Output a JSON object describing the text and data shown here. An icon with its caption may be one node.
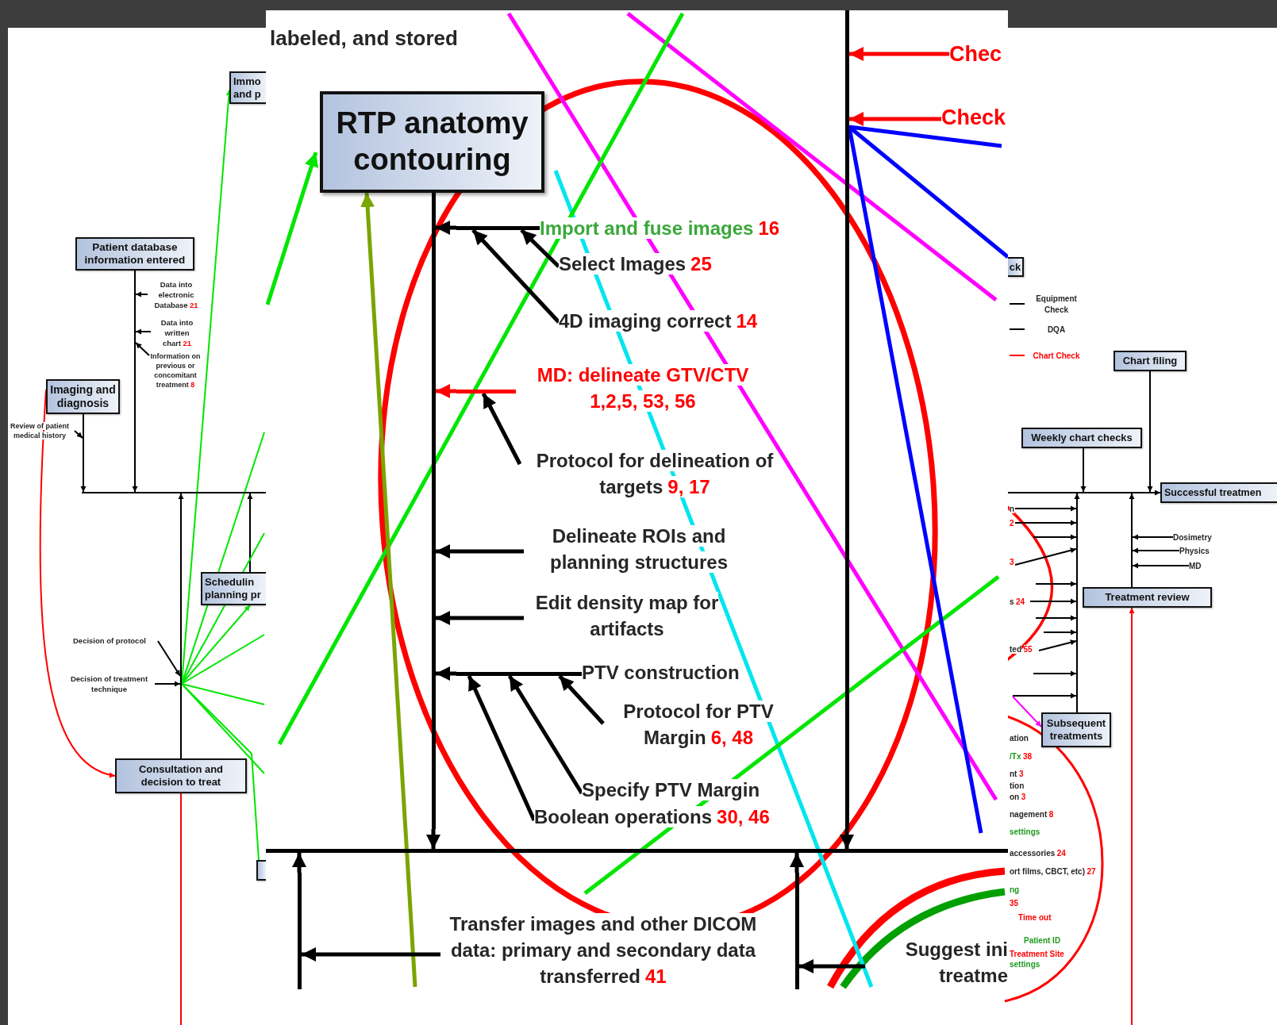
{
  "diagram": {
    "nodes": [
      {
        "text": [
          "Patient database information entered"
        ]
      },
      {
        "text": [
          "Imaging and diagnosis"
        ]
      },
      {
        "text": [
          "Immo and p"
        ]
      },
      {
        "text": [
          "Schedulin planning pr"
        ]
      },
      {
        "text": [
          "Consultation and decision to treat"
        ]
      },
      {
        "text": [],
        "shape": "box"
      },
      {
        "text": [
          "RTP anatomy contouring"
        ]
      },
      {
        "text": [
          "ck"
        ]
      },
      {
        "text": [
          "Chart filing"
        ]
      },
      {
        "text": [
          "Weekly chart checks"
        ]
      },
      {
        "text": [
          "Successful treatmen"
        ]
      },
      {
        "text": [
          "Treatment review"
        ]
      },
      {
        "text": [
          "Subsequent treatments"
        ]
      },
      {
        "text": [],
        "shape": "bar"
      },
      {
        "text": [],
        "shape": "bar"
      },
      {
        "text": [],
        "shape": "bar"
      },
      {
        "text": [
          "Data into electronic Database",
          "21"
        ]
      },
      {
        "text": [
          "Data into written chart",
          "21"
        ]
      },
      {
        "text": [
          "Information on previous or concomitant treatment",
          "8"
        ]
      },
      {
        "text": [
          "Review of patient medical history"
        ]
      },
      {
        "text": [
          "Decision of protocol"
        ]
      },
      {
        "text": [
          "Decision of treatment technique"
        ]
      },
      {
        "text": [
          "Import and fuse images",
          "16"
        ]
      },
      {
        "text": [
          "Select Images",
          "25"
        ]
      },
      {
        "text": [
          "4D imaging correct",
          "14"
        ]
      },
      {
        "text": [
          "MD: delineate GTV/CTV 1,2,5, 53, 56"
        ]
      },
      {
        "text": [
          "Protocol for delineation of targets",
          "9, 17"
        ]
      },
      {
        "text": [
          "Delineate ROIs and planning structures"
        ]
      },
      {
        "text": [
          "Edit density map for artifacts"
        ]
      },
      {
        "text": [
          "PTV construction"
        ]
      },
      {
        "text": [
          "Protocol for PTV Margin",
          "6, 48"
        ]
      },
      {
        "text": [
          "Specify PTV Margin"
        ]
      },
      {
        "text": [
          "Boolean operations",
          "30, 46"
        ]
      },
      {
        "text": [
          "Transfer images and other DICOM data: primary and secondary data transferred",
          "41"
        ]
      },
      {
        "text": [
          "Suggest ini treatme"
        ]
      },
      {
        "text": [
          "Chec"
        ]
      },
      {
        "text": [
          "Check"
        ]
      },
      {
        "text": [
          "Dosimetry"
        ]
      },
      {
        "text": [
          "Physics"
        ]
      },
      {
        "text": [
          "MD"
        ]
      },
      {
        "text": [
          "n"
        ]
      },
      {
        "text": [
          "2"
        ]
      },
      {
        "text": [
          "3"
        ]
      },
      {
        "text": [
          "s",
          "24"
        ]
      },
      {
        "text": [
          "ted",
          "55"
        ]
      },
      {
        "text": [],
        "shape": "bar"
      },
      {
        "text": [],
        "shape": "bar"
      },
      {
        "text": [],
        "shape": "bar"
      },
      {
        "text": [],
        "shape": "bar"
      },
      {
        "text": [],
        "shape": "bar"
      },
      {
        "text": [],
        "shape": "bar"
      },
      {
        "text": [],
        "shape": "bar"
      },
      {
        "text": [],
        "shape": "bar"
      },
      {
        "text": [],
        "shape": "bar"
      },
      {
        "text": [],
        "shape": "bar"
      },
      {
        "text": [],
        "shape": "bar"
      },
      {
        "text": [],
        "shape": "bar"
      },
      {
        "text": [
          "labeled, and stored"
        ]
      }
    ],
    "edges": [
      {
        "from": 45,
        "to": 13,
        "arrow": "to"
      },
      {
        "from": 46,
        "to": 13,
        "arrow": "to"
      },
      {
        "from": 47,
        "to": 13,
        "arrow": "to"
      },
      {
        "from": 3,
        "to": 13,
        "arrow": "to"
      },
      {
        "from": 1,
        "to": 4,
        "arrow": "to",
        "color": "#ff0000"
      },
      {
        "from": 4,
        "to": null,
        "arrow": "none",
        "color": "#ff0000"
      },
      {
        "from": 47,
        "to": 2,
        "arrow": "to",
        "color": "#00e600"
      },
      {
        "from": 47,
        "to": 3,
        "arrow": "to",
        "color": "#00e600"
      },
      {
        "from": 47,
        "to": 5,
        "arrow": "none",
        "color": "#00e600"
      },
      {
        "from": 48,
        "to": 14,
        "arrow": "to",
        "style": "thick"
      },
      {
        "from": null,
        "to": 6,
        "arrow": "to",
        "style": "thick",
        "color": "#7aa500"
      },
      {
        "from": 54,
        "to": 7,
        "arrow": "none",
        "style": "thick",
        "color": "#0000ff"
      },
      {
        "from": 9,
        "to": 15,
        "arrow": "to"
      },
      {
        "from": 8,
        "to": 15,
        "arrow": "to"
      },
      {
        "from": 15,
        "to": 10,
        "arrow": "to"
      },
      {
        "from": 56,
        "to": 15,
        "arrow": "to"
      },
      {
        "from": 55,
        "to": 15,
        "arrow": "to"
      },
      {
        "from": null,
        "to": 11,
        "arrow": "to",
        "color": "#ff0000"
      },
      {
        "from": null,
        "to": 12,
        "arrow": "to",
        "color": "#ff00ff"
      },
      {
        "from": 54,
        "to": 14,
        "arrow": "to",
        "style": "thick"
      },
      {
        "from": 52,
        "to": 14,
        "arrow": "to",
        "style": "thick"
      },
      {
        "from": 53,
        "to": 14,
        "arrow": "to",
        "style": "thick"
      },
      {
        "from": 16,
        "to": 45,
        "arrow": "to"
      },
      {
        "from": 17,
        "to": 45,
        "arrow": "to"
      },
      {
        "from": 18,
        "to": 45,
        "arrow": "to"
      },
      {
        "from": 19,
        "to": 46,
        "arrow": "to"
      },
      {
        "from": 20,
        "to": 47,
        "arrow": "to"
      },
      {
        "from": 21,
        "to": 47,
        "arrow": "to"
      },
      {
        "from": 49,
        "to": 48,
        "arrow": "to",
        "style": "thick"
      },
      {
        "from": 23,
        "to": 49,
        "arrow": "to",
        "style": "thick"
      },
      {
        "from": 24,
        "to": 49,
        "arrow": "to",
        "style": "thick"
      },
      {
        "from": 50,
        "to": 48,
        "arrow": "to",
        "style": "thick",
        "color": "#ff0000"
      },
      {
        "from": 26,
        "to": 50,
        "arrow": "to",
        "style": "thick"
      },
      {
        "from": 27,
        "to": 48,
        "arrow": "to",
        "style": "thick"
      },
      {
        "from": 28,
        "to": 48,
        "arrow": "to",
        "style": "thick"
      },
      {
        "from": 51,
        "to": 48,
        "arrow": "to",
        "style": "thick"
      },
      {
        "from": 30,
        "to": 51,
        "arrow": "to",
        "style": "thick"
      },
      {
        "from": 31,
        "to": 51,
        "arrow": "to",
        "style": "thick"
      },
      {
        "from": 32,
        "to": 51,
        "arrow": "to",
        "style": "thick"
      },
      {
        "from": 33,
        "to": 52,
        "arrow": "to",
        "style": "thick"
      },
      {
        "from": 34,
        "to": 53,
        "arrow": "to",
        "style": "thick"
      },
      {
        "from": 35,
        "to": 54,
        "arrow": "to",
        "style": "thick",
        "color": "#ff0000"
      },
      {
        "from": 36,
        "to": 54,
        "arrow": "to",
        "style": "thick",
        "color": "#ff0000"
      },
      {
        "from": 37,
        "to": 56,
        "arrow": "to"
      },
      {
        "from": 38,
        "to": 56,
        "arrow": "to"
      },
      {
        "from": 39,
        "to": 56,
        "arrow": "to"
      },
      {
        "from": 40,
        "to": 55,
        "arrow": "to"
      },
      {
        "from": 41,
        "to": 55,
        "arrow": "to"
      },
      {
        "from": null,
        "to": 55,
        "arrow": "to"
      },
      {
        "from": 42,
        "to": 55,
        "arrow": "to"
      },
      {
        "from": null,
        "to": 55,
        "arrow": "to"
      },
      {
        "from": 43,
        "to": 55,
        "arrow": "to"
      },
      {
        "from": null,
        "to": 55,
        "arrow": "to"
      },
      {
        "from": null,
        "to": 55,
        "arrow": "to"
      },
      {
        "from": 44,
        "to": 55,
        "arrow": "to"
      },
      {
        "from": null,
        "to": 55,
        "arrow": "to"
      },
      {
        "from": null,
        "to": 55,
        "arrow": "to"
      },
      {
        "from": 47,
        "to": null,
        "arrow": "none",
        "color": "#00e600"
      },
      {
        "from": 47,
        "to": null,
        "arrow": "none",
        "color": "#00e600"
      },
      {
        "from": 47,
        "to": null,
        "arrow": "none",
        "color": "#00e600"
      },
      {
        "from": 47,
        "to": null,
        "arrow": "none",
        "color": "#00e600"
      },
      {
        "from": 47,
        "to": null,
        "arrow": "none",
        "color": "#00e600"
      },
      {
        "from": 54,
        "to": null,
        "arrow": "none",
        "style": "thick",
        "color": "#0000ff"
      },
      {
        "from": 54,
        "to": null,
        "arrow": "none",
        "style": "thick",
        "color": "#0000ff"
      }
    ],
    "labels": [
      "Equipment Check",
      "DQA",
      "Chart Check",
      "ation",
      "/Tx",
      "38",
      "nt",
      "3",
      "tion on",
      "3",
      "nagement",
      "8",
      "settings",
      "accessories",
      "24",
      "ort films, CBCT, etc)",
      "27",
      "ng",
      "35",
      "Time out",
      "Patient ID",
      "Treatment Site",
      "settings"
    ]
  }
}
